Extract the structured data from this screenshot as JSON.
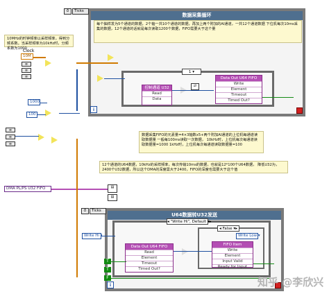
{
  "top_loop": {
    "title": "数据采集循环",
    "ticks_label": "Ticks",
    "iteration_label": "i",
    "note": "每个抽样发为5个通道的数据，2个轴一共10个通道的数据，再加上两个附加的AI通道，一共12个通道数据 下位机每次10ms采集的数据，12个通道的话就是每次读取1200个数据，FIFO需要大于这个量",
    "case_selector": "1",
    "fifo_node": {
      "title": "Data Out U64 FIFO",
      "rows": [
        "Write",
        "Element",
        "Timeout",
        "Timed Out?"
      ]
    },
    "sub_node": {
      "title": "控制通道 U32",
      "rows": [
        "Read",
        "Data"
      ]
    }
  },
  "left_panel": {
    "note_top": "10MHz的时钟频率以采样频率，得到分频系数。当采样频率为10kHz时，分频系数为1000",
    "clock_label": "Clock",
    "clock_value": "10M",
    "const_1000": "1000",
    "const_100": "100",
    "mid_note": "数据采集FIFO的元素量=4×3轴数x5+两个附加AI通道的上位机每通道读取数据量 一般每100ms读取一次数据， 10kHz时，上位机每次每通道读取数据量=1000 1kHz时，上位机每次每通道读取数据量=100",
    "mid_note_2": "12个通道的U64数据，10kHz的采样频率，每次传输10ms的数据，也就是12*100个U64数据， 降低U32为，2400个U32数据，所以这个DMA的深度需大于2400，FIFO的深度也需要大于这个值",
    "dma_label": "DMA PL/PS U32 FIFO"
  },
  "bottom_loop": {
    "title": "U64数据转U32发送",
    "ticks_label": "Ticks",
    "iteration_label": "i",
    "case_selector": "\"Write Hi\", Default",
    "inner_case": "False",
    "write_ctrl": "Write Hi",
    "write_low": "Write Low",
    "fifo_read_node": {
      "title": "Data Out U64 FIFO",
      "rows": [
        "Read",
        "Element",
        "Timeout",
        "Timed Out?"
      ]
    },
    "fifo_item_node": {
      "title": "FIFO Item",
      "rows": [
        "Write",
        "Element",
        "Input Valid",
        "Ready for Input"
      ]
    }
  },
  "watermark": "知乎 @李欣兴",
  "colors": {
    "loop_title_bg": "#4f6f8f",
    "fifo_node": "#b44fb4",
    "note_bg": "#fdf9cf",
    "wire_int": "#1d4fa0",
    "wire_bool": "#138a13",
    "wire_u32": "#d07a00"
  }
}
